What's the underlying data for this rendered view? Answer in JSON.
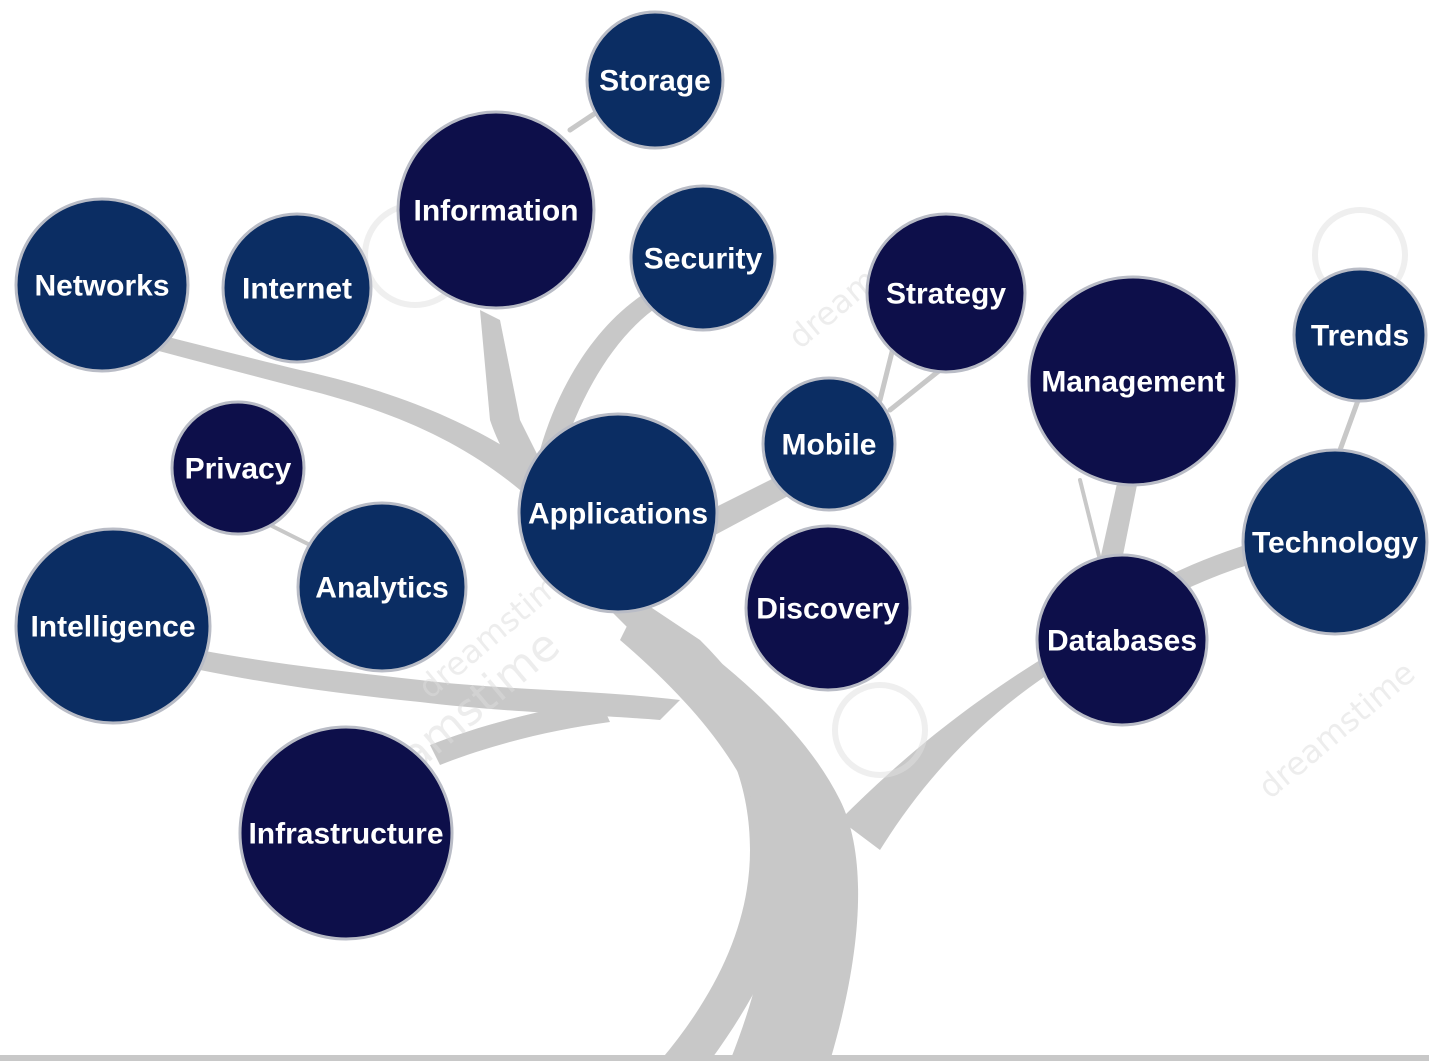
{
  "colors": {
    "bubble_dark": "#0d0f4a",
    "bubble_blue": "#0b2d63",
    "bubble_outline": "#b9bcc6",
    "tree": "#c8c8c8",
    "label": "#ffffff",
    "background": "#ffffff"
  },
  "watermark": "dreamstime",
  "nodes": [
    {
      "id": "storage",
      "label": "Storage",
      "tone": "blue"
    },
    {
      "id": "information",
      "label": "Information",
      "tone": "dark"
    },
    {
      "id": "networks",
      "label": "Networks",
      "tone": "blue"
    },
    {
      "id": "internet",
      "label": "Internet",
      "tone": "blue"
    },
    {
      "id": "security",
      "label": "Security",
      "tone": "blue"
    },
    {
      "id": "strategy",
      "label": "Strategy",
      "tone": "dark"
    },
    {
      "id": "management",
      "label": "Management",
      "tone": "dark"
    },
    {
      "id": "trends",
      "label": "Trends",
      "tone": "blue"
    },
    {
      "id": "privacy",
      "label": "Privacy",
      "tone": "dark"
    },
    {
      "id": "mobile",
      "label": "Mobile",
      "tone": "blue"
    },
    {
      "id": "applications",
      "label": "Applications",
      "tone": "blue"
    },
    {
      "id": "technology",
      "label": "Technology",
      "tone": "blue"
    },
    {
      "id": "analytics",
      "label": "Analytics",
      "tone": "blue"
    },
    {
      "id": "intelligence",
      "label": "Intelligence",
      "tone": "blue"
    },
    {
      "id": "discovery",
      "label": "Discovery",
      "tone": "dark"
    },
    {
      "id": "databases",
      "label": "Databases",
      "tone": "dark"
    },
    {
      "id": "infrastructure",
      "label": "Infrastructure",
      "tone": "dark"
    }
  ]
}
